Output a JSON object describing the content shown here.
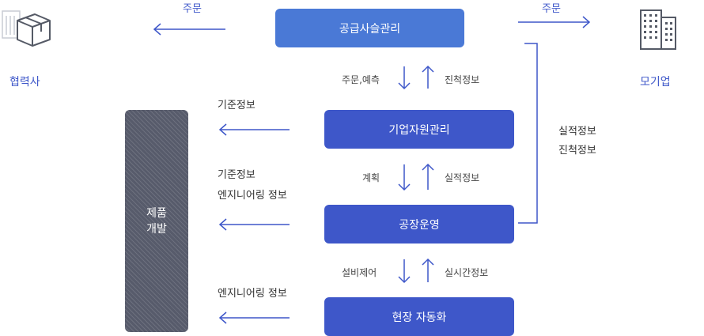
{
  "partner": {
    "label": "협력사",
    "icon": "box-building-icon"
  },
  "parent": {
    "label": "모기업",
    "icon": "office-building-icon"
  },
  "top_flow": {
    "left_order": "주문",
    "right_order": "주문"
  },
  "boxes": {
    "scm": "공급사슬관리",
    "erp": "기업자원관리",
    "factory": "공장운영",
    "field": "현장 자동화"
  },
  "between": {
    "scm_erp_left": "주문,예측",
    "scm_erp_right": "진척정보",
    "erp_factory_left": "계획",
    "erp_factory_right": "실적정보",
    "factory_field_left": "설비제어",
    "factory_field_right": "실시간정보"
  },
  "side": {
    "line1": "실적정보",
    "line2": "진척정보"
  },
  "product": {
    "line1": "제품",
    "line2": "개발"
  },
  "left_labels": {
    "erp": "기준정보",
    "factory_1": "기준정보",
    "factory_2": "엔지니어링 정보",
    "field": "엔지니어링 정보"
  },
  "colors": {
    "box_blue": "#3e57c9",
    "box_top": "#4a79d6",
    "product": "#575b6b",
    "label_blue": "#3e57c9"
  }
}
